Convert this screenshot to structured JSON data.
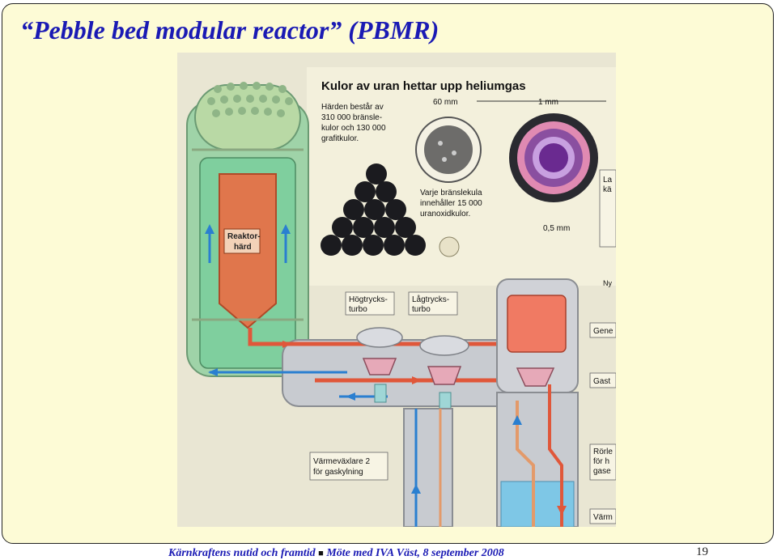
{
  "slide": {
    "title": "“Pebble bed modular reactor” (PBMR)",
    "footer": {
      "left": "Kärnkraftens nutid och framtid",
      "separator": "■",
      "right": "Möte med IVA Väst, 8 september 2008"
    },
    "page_number": "19"
  },
  "figure": {
    "heading": "Kulor av uran hettar upp heliumgas",
    "core_note_lines": [
      "Härden består av",
      "310 000 bränsle-",
      "kulor och 130 000",
      "grafitkulor."
    ],
    "size_60mm": "60 mm",
    "size_1mm": "1 mm",
    "size_05mm": "0,5 mm",
    "pebble_note_lines": [
      "Varje bränslekula",
      "innehåller 15 000",
      "uranoxidkulor."
    ],
    "reactor_label_lines": [
      "Reaktor-",
      "härd"
    ],
    "hp_turbo_lines": [
      "Högtrycks-",
      "turbo"
    ],
    "lp_turbo_lines": [
      "Lågtrycks-",
      "turbo"
    ],
    "heat_exchanger_lines": [
      "Värmeväxlare 2",
      "för gaskylning"
    ],
    "right_cut_labels": [
      "La",
      "kä",
      "Ny",
      "Gene",
      "Gast",
      "Rörle",
      "för h",
      "gase",
      "Värm"
    ]
  }
}
